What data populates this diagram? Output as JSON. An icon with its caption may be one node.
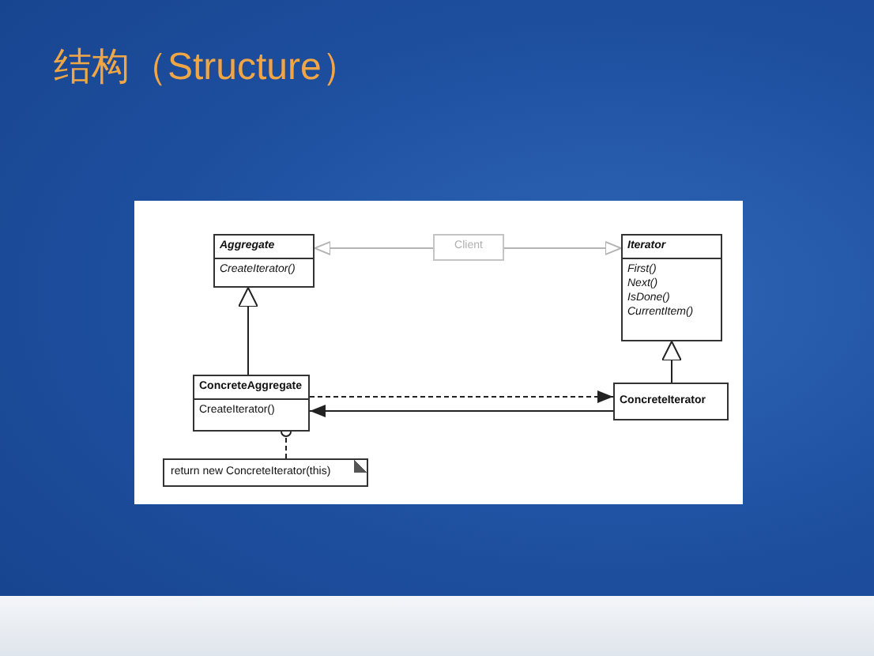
{
  "diagram": {
    "title": "结构（Structure）",
    "nodes": [
      {
        "text": [
          "Client"
        ]
      },
      {
        "text": [
          "Aggregate",
          "CreateIterator()"
        ]
      },
      {
        "text": [
          "Iterator",
          "First()",
          "Next()",
          "IsDone()",
          "CurrentItem()"
        ]
      },
      {
        "text": [
          "ConcreteAggregate",
          "CreateIterator()"
        ]
      },
      {
        "text": [
          "ConcreteIterator"
        ]
      },
      {
        "text": [
          "return new ConcreteIterator(this)"
        ]
      }
    ],
    "edges": [
      {
        "from": 0,
        "to": 1,
        "arrow": "to",
        "color": "#b4b4b4"
      },
      {
        "from": 0,
        "to": 2,
        "arrow": "to",
        "color": "#b4b4b4"
      },
      {
        "from": 3,
        "to": 1,
        "arrow": "to"
      },
      {
        "from": 4,
        "to": 2,
        "arrow": "to"
      },
      {
        "from": 3,
        "to": 4,
        "arrow": "to",
        "style": "dashed"
      },
      {
        "from": 4,
        "to": 3,
        "arrow": "to"
      },
      {
        "from": 5,
        "to": 3,
        "arrow": "other",
        "style": "dashed"
      }
    ]
  }
}
